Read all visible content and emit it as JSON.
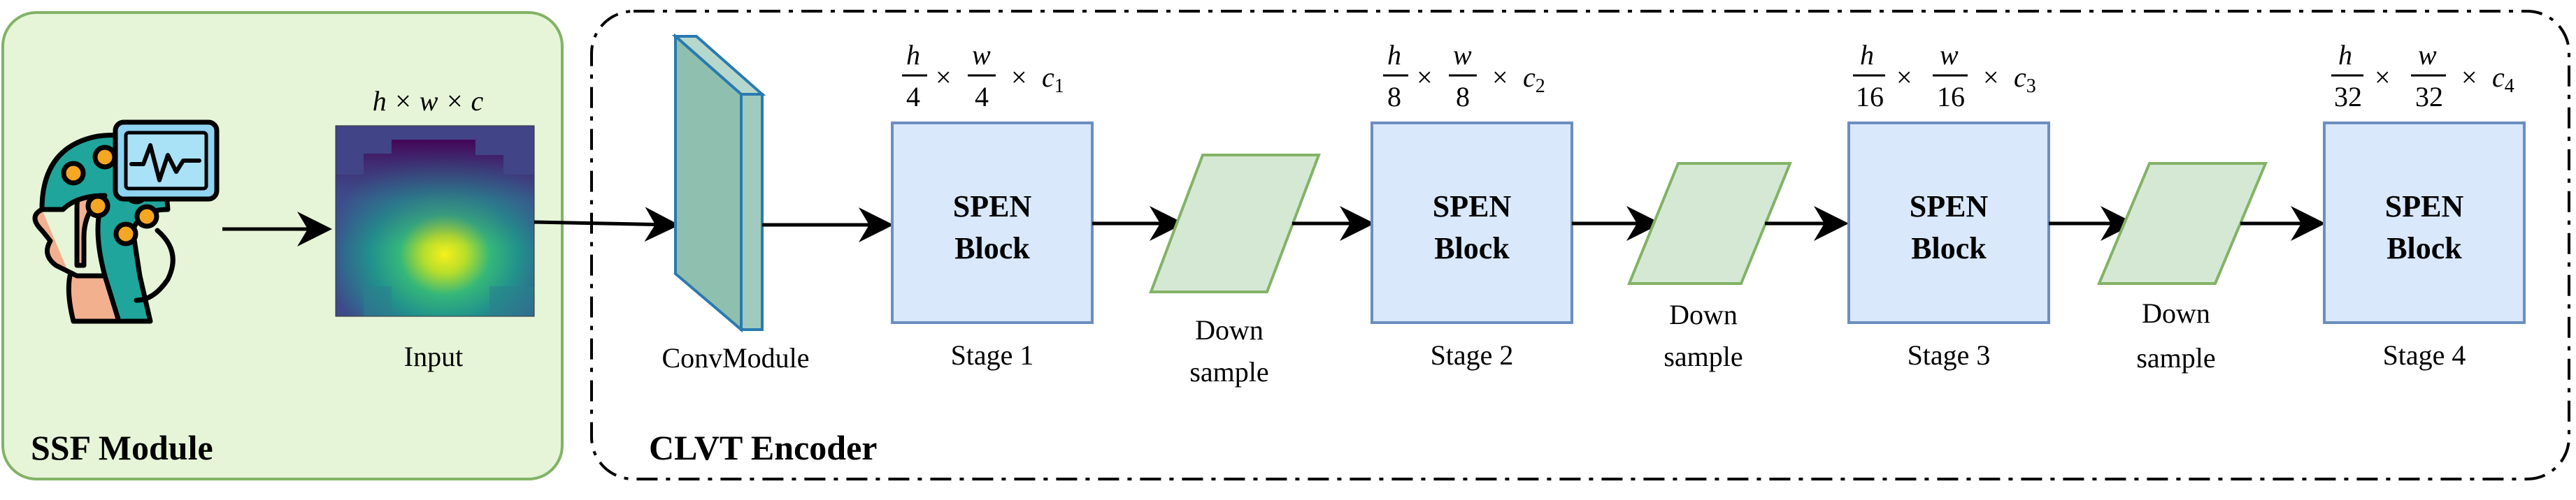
{
  "ssf_module": {
    "title": "SSF Module",
    "input_label": "Input",
    "input_dims": "h × w × c"
  },
  "encoder": {
    "title": "CLVT Encoder",
    "conv_label": "ConvModule",
    "block_label_line1": "SPEN",
    "block_label_line2": "Block",
    "downsample_line1": "Down",
    "downsample_line2": "sample",
    "stages": [
      {
        "label": "Stage 1",
        "h_den": "4",
        "w_den": "4",
        "c_sub": "1"
      },
      {
        "label": "Stage 2",
        "h_den": "8",
        "w_den": "8",
        "c_sub": "2"
      },
      {
        "label": "Stage 3",
        "h_den": "16",
        "w_den": "16",
        "c_sub": "3"
      },
      {
        "label": "Stage 4",
        "h_den": "32",
        "w_den": "32",
        "c_sub": "4"
      }
    ]
  },
  "colors": {
    "ssf_fill": "#e6f5d8",
    "ssf_stroke": "#82b366",
    "block_fill": "#dae8fc",
    "block_stroke": "#6c8ebf",
    "downsample_fill": "#d5e8d4",
    "downsample_stroke": "#82b366",
    "conv_front": "#8fbfae",
    "conv_side": "#6fa898",
    "arrow": "#000000"
  },
  "icons": {
    "eeg_head": "head-eeg-icon",
    "heatmap": "eeg-topomap-heatmap"
  }
}
